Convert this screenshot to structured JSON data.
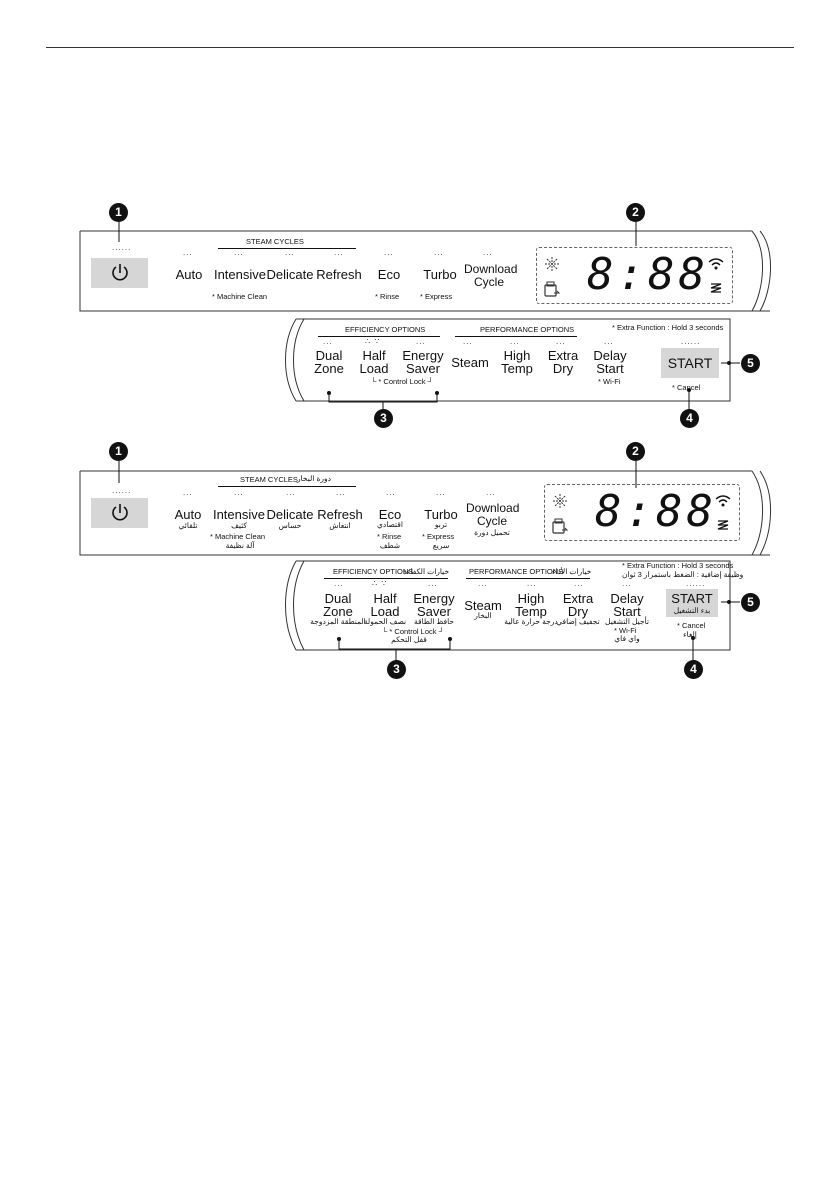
{
  "badges": {
    "n1": "1",
    "n2": "2",
    "n3": "3",
    "n4": "4",
    "n5": "5"
  },
  "panel1": {
    "steam_cycles": "STEAM CYCLES",
    "cycles": {
      "auto": "Auto",
      "intensive": "Intensive",
      "delicate": "Delicate",
      "refresh": "Refresh",
      "eco": "Eco",
      "turbo": "Turbo",
      "download_l1": "Download",
      "download_l2": "Cycle"
    },
    "subs": {
      "machine_clean": "* Machine Clean",
      "rinse": "* Rinse",
      "express": "* Express"
    },
    "display": {
      "digits": "8:88"
    }
  },
  "panel2": {
    "efficiency": "EFFICIENCY OPTIONS",
    "performance": "PERFORMANCE OPTIONS",
    "extra_function": "* Extra Function : Hold 3 seconds",
    "opts": {
      "dual_l1": "Dual",
      "dual_l2": "Zone",
      "half_l1": "Half",
      "half_l2": "Load",
      "energy_l1": "Energy",
      "energy_l2": "Saver",
      "steam": "Steam",
      "high_l1": "High",
      "high_l2": "Temp",
      "extra_l1": "Extra",
      "extra_l2": "Dry",
      "delay_l1": "Delay",
      "delay_l2": "Start"
    },
    "control_lock": "└ * Control Lock ┘",
    "wifi": "* Wi-Fi",
    "start": "START",
    "cancel": "* Cancel"
  },
  "panel3": {
    "steam_cycles": "STEAM CYCLES",
    "steam_cycles_ar": "دورة البخار",
    "cycles": {
      "auto": "Auto",
      "intensive": "Intensive",
      "delicate": "Delicate",
      "refresh": "Refresh",
      "eco": "Eco",
      "turbo": "Turbo",
      "download_l1": "Download",
      "download_l2": "Cycle"
    },
    "ar": {
      "auto": "تلقائي",
      "intensive": "كثيف",
      "delicate": "حساس",
      "refresh": "انتعاش",
      "eco": "اقتصادي",
      "turbo": "تربو",
      "download": "تحميل دورة",
      "machine_clean": "آلة نظيفة",
      "rinse": "شطف",
      "express": "سريع"
    },
    "subs": {
      "machine_clean": "* Machine Clean",
      "rinse": "* Rinse",
      "express": "* Express"
    },
    "display": {
      "digits": "8:88"
    }
  },
  "panel4": {
    "efficiency": "EFFICIENCY OPTIONS",
    "efficiency_ar": "خيارات الكفاءة",
    "performance": "PERFORMANCE OPTIONS",
    "performance_ar": "خيارات الأداء",
    "extra_function": "* Extra Function : Hold 3 seconds",
    "extra_function_ar": "وظيفة إضافية : الضغط باستمرار 3 ثوان",
    "opts": {
      "dual_l1": "Dual",
      "dual_l2": "Zone",
      "half_l1": "Half",
      "half_l2": "Load",
      "energy_l1": "Energy",
      "energy_l2": "Saver",
      "steam": "Steam",
      "high_l1": "High",
      "high_l2": "Temp",
      "extra_l1": "Extra",
      "extra_l2": "Dry",
      "delay_l1": "Delay",
      "delay_l2": "Start"
    },
    "ar": {
      "dual": "المنطقة المزدوجة",
      "half": "نصف الحمولة",
      "energy": "حافظ الطاقة",
      "steam": "البخار",
      "high": "درجة حرارة عالية",
      "extra": "تجفيف إضافي",
      "delay": "تأجيل التشغيل",
      "wifi": "واي فاي",
      "lock": "قفل التحكم",
      "start": "بدء التشغيل",
      "cancel": "إلغاء"
    },
    "control_lock": "└ * Control Lock ┘",
    "wifi": "* Wi-Fi",
    "start": "START",
    "cancel": "* Cancel"
  }
}
